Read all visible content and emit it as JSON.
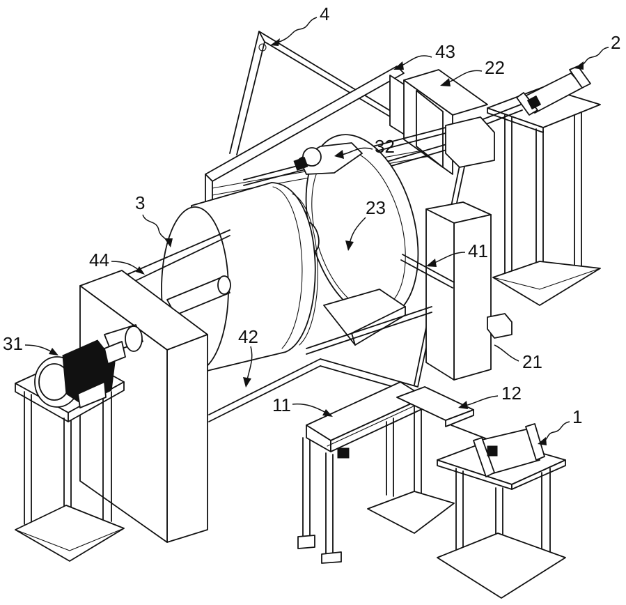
{
  "labels": {
    "l1": "1",
    "l2": "2",
    "l3": "3",
    "l4": "4",
    "l11": "11",
    "l12": "12",
    "l21": "21",
    "l22": "22",
    "l23": "23",
    "l31": "31",
    "l32": "32",
    "l41": "41",
    "l42": "42",
    "l43": "43",
    "l44": "44"
  }
}
